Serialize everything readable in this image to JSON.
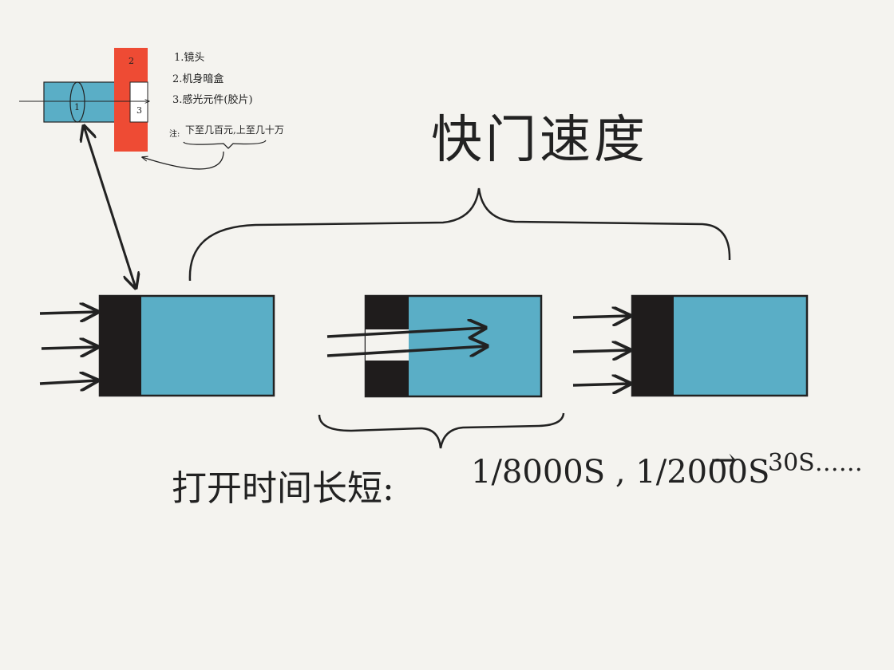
{
  "title": "快门速度",
  "legend": {
    "item1": "1.镜头",
    "item2": "2.机身暗盒",
    "item3": "3.感光元件(胶片)",
    "note_prefix": "注:",
    "note_text": "下至几百元,上至几十万"
  },
  "diagram_labels": {
    "lens_number": "1",
    "body_number": "2",
    "sensor_number": "3"
  },
  "caption": {
    "prefix": "打开时间长短:",
    "values": "1/8000S , 1/2000S",
    "arrow": "→",
    "tail": "30S……"
  },
  "colors": {
    "sensor_blue": "#5aaec6",
    "shutter_black": "#1f1c1c",
    "body_red": "#ee4b34",
    "ink": "#222222",
    "paper": "#f4f3ef"
  },
  "icons": {
    "light_arrow": "arrow-right-icon",
    "curly_brace": "curly-brace-icon"
  }
}
